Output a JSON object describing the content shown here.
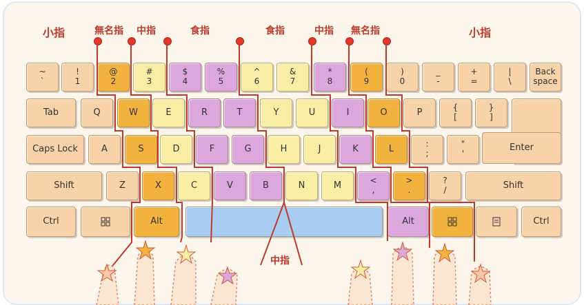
{
  "finger_labels": {
    "left_pinky": "小指",
    "left_ring": "無名指",
    "left_middle": "中指",
    "left_index": "食指",
    "right_index": "食指",
    "right_middle": "中指",
    "right_ring": "無名指",
    "right_pinky": "小指",
    "thumbs": "中指"
  },
  "keys": {
    "tilde": {
      "top": "~",
      "bottom": "`"
    },
    "1": {
      "top": "!",
      "bottom": "1"
    },
    "2": {
      "top": "@",
      "bottom": "2"
    },
    "3": {
      "top": "#",
      "bottom": "3"
    },
    "4": {
      "top": "$",
      "bottom": "4"
    },
    "5": {
      "top": "%",
      "bottom": "5"
    },
    "6": {
      "top": "^",
      "bottom": "6"
    },
    "7": {
      "top": "&",
      "bottom": "7"
    },
    "8": {
      "top": "*",
      "bottom": "8"
    },
    "9": {
      "top": "(",
      "bottom": "9"
    },
    "0": {
      "top": ")",
      "bottom": "0"
    },
    "minus": {
      "top": "_",
      "bottom": "-"
    },
    "equals": {
      "top": "+",
      "bottom": "="
    },
    "backslash": {
      "top": "|",
      "bottom": "\\"
    },
    "backspace": {
      "top": "Back",
      "bottom": "space"
    },
    "tab": "Tab",
    "q": "Q",
    "w": "W",
    "e": "E",
    "r": "R",
    "t": "T",
    "y": "Y",
    "u": "U",
    "i": "I",
    "o": "O",
    "p": "P",
    "lbracket": {
      "top": "{",
      "bottom": "["
    },
    "rbracket": {
      "top": "}",
      "bottom": "]"
    },
    "enter": "Enter",
    "capslock": "Caps Lock",
    "a": "A",
    "s": "S",
    "d": "D",
    "f": "F",
    "g": "G",
    "h": "H",
    "j": "J",
    "k": "K",
    "l": "L",
    "semicolon": {
      "top": ":",
      "bottom": ";"
    },
    "quote": {
      "top": "\"",
      "bottom": "'"
    },
    "lshift": "Shift",
    "z": "Z",
    "x": "X",
    "c": "C",
    "v": "V",
    "b": "B",
    "n": "N",
    "m": "M",
    "comma": {
      "top": "<",
      "bottom": ","
    },
    "period": {
      "top": ">",
      "bottom": "."
    },
    "slash": {
      "top": "?",
      "bottom": "/"
    },
    "rshift": "Shift",
    "lctrl": "Ctrl",
    "lalt": "Alt",
    "ralt": "Alt",
    "rctrl": "Ctrl"
  },
  "colors": {
    "pinky": "#f8d2a8",
    "ring": "#f2b33e",
    "middle": "#faeea6",
    "index": "#dba7dc",
    "space": "#a9cdf0",
    "guide_line": "#c0392b",
    "marker": "#e03a2a"
  },
  "icons": {
    "left_win": "windows-icon",
    "right_win": "windows-icon",
    "menu": "menu-icon"
  }
}
